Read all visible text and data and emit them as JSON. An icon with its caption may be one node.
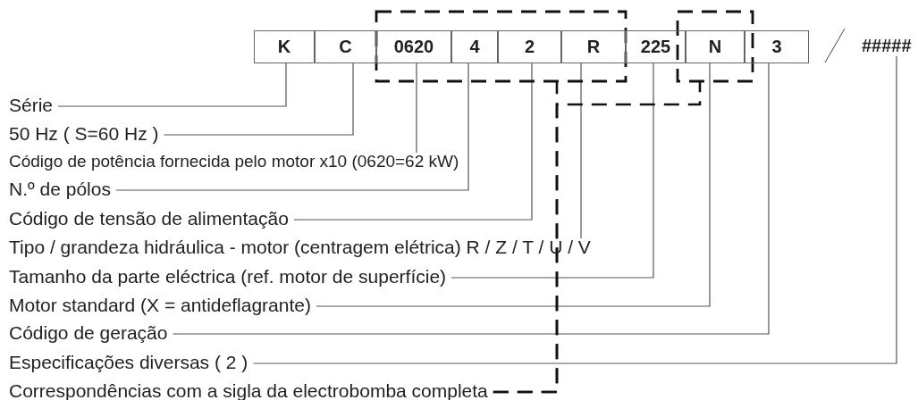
{
  "diagram": {
    "nodes": [
      {
        "text": [],
        "shape": "box"
      },
      {
        "text": [],
        "shape": "box"
      },
      {
        "text": [
          "K"
        ]
      },
      {
        "text": [
          "C"
        ]
      },
      {
        "text": [
          "0620"
        ],
        "in": 0
      },
      {
        "text": [
          "4"
        ],
        "in": 0
      },
      {
        "text": [
          "2"
        ],
        "in": 0
      },
      {
        "text": [
          "R"
        ],
        "in": 0
      },
      {
        "text": [
          "225"
        ]
      },
      {
        "text": [
          "N"
        ],
        "in": 1
      },
      {
        "text": [
          "3"
        ]
      },
      {
        "text": [
          "#####"
        ]
      },
      {
        "text": [
          "Série"
        ]
      },
      {
        "text": [
          "50 Hz ( S=60 Hz )"
        ]
      },
      {
        "text": [
          "Código de potência fornecida pelo motor x10 (0620=62 kW)"
        ]
      },
      {
        "text": [
          "N.º de pólos"
        ]
      },
      {
        "text": [
          "Código de tensão de alimentação"
        ]
      },
      {
        "text": [
          "Tipo / grandeza hidráulica - motor (centragem elétrica) R / Z / T / U / V"
        ]
      },
      {
        "text": [
          "Tamanho da parte eléctrica (ref. motor de superfície)"
        ]
      },
      {
        "text": [
          "Motor standard (X = antideflagrante)"
        ]
      },
      {
        "text": [
          "Código de geração"
        ]
      },
      {
        "text": [
          "Especificações diversas ( 2 )"
        ]
      },
      {
        "text": [
          "Correspondências com a sigla da electrobomba completa"
        ]
      }
    ],
    "edges": [
      {
        "from": 12,
        "to": 2,
        "arrow": "none"
      },
      {
        "from": 13,
        "to": 3,
        "arrow": "none"
      },
      {
        "from": 14,
        "to": 4,
        "arrow": "none"
      },
      {
        "from": 15,
        "to": 5,
        "arrow": "none"
      },
      {
        "from": 16,
        "to": 6,
        "arrow": "none"
      },
      {
        "from": 17,
        "to": 7,
        "arrow": "none"
      },
      {
        "from": 18,
        "to": 8,
        "arrow": "none"
      },
      {
        "from": 19,
        "to": 9,
        "arrow": "none"
      },
      {
        "from": 20,
        "to": 10,
        "arrow": "none"
      },
      {
        "from": 21,
        "to": 11,
        "arrow": "none"
      },
      {
        "from": 22,
        "to": 0,
        "arrow": "none",
        "style": "dashed",
        "color": "#111111"
      },
      {
        "from": 22,
        "to": 1,
        "arrow": "none",
        "style": "dashed",
        "color": "#111111"
      }
    ]
  }
}
